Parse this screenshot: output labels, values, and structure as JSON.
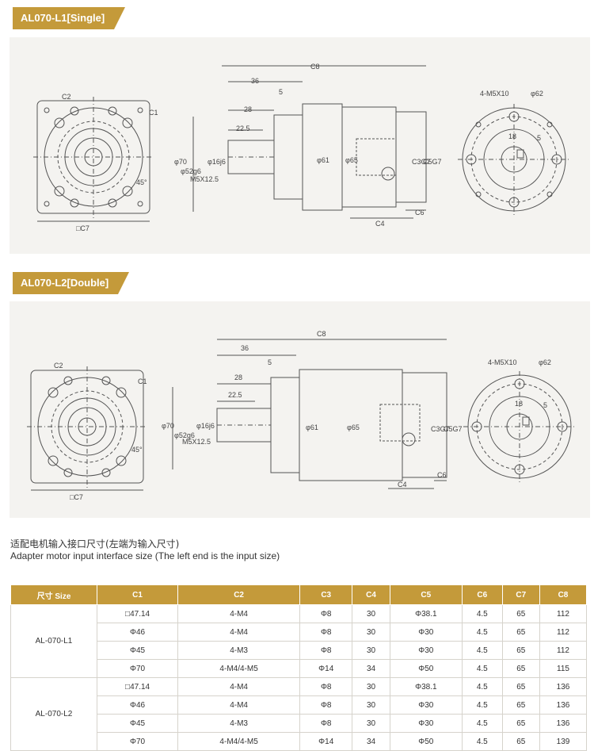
{
  "sections": [
    {
      "title": "AL070-L1[Single]"
    },
    {
      "title": "AL070-L2[Double]"
    }
  ],
  "drawing_labels": {
    "c1": "C1",
    "c2": "C2",
    "c3": "C3G7",
    "c4": "C4",
    "c5": "C5G7",
    "c6": "C6",
    "c7": "□C7",
    "c8": "C8",
    "angle": "45°",
    "d70": "φ70",
    "d52": "φ52g6",
    "d16": "φ16j6",
    "m5": "M5X12.5",
    "d61": "φ61",
    "d65": "φ65",
    "l36": "36",
    "l5": "5",
    "l28": "28",
    "l225": "22.5",
    "holes": "4-M5X10",
    "d62": "φ62",
    "k18": "18",
    "k5": "5"
  },
  "caption_cn": "适配电机输入接口尺寸(左端为输入尺寸)",
  "caption_en": "Adapter motor input interface size (The left end is the input size)",
  "table": {
    "headers": [
      "尺寸 Size",
      "C1",
      "C2",
      "C3",
      "C4",
      "C5",
      "C6",
      "C7",
      "C8"
    ],
    "groups": [
      {
        "model": "AL-070-L1",
        "rows": [
          [
            "□47.14",
            "4-M4",
            "Φ8",
            "30",
            "Φ38.1",
            "4.5",
            "65",
            "112"
          ],
          [
            "Φ46",
            "4-M4",
            "Φ8",
            "30",
            "Φ30",
            "4.5",
            "65",
            "112"
          ],
          [
            "Φ45",
            "4-M3",
            "Φ8",
            "30",
            "Φ30",
            "4.5",
            "65",
            "112"
          ],
          [
            "Φ70",
            "4-M4/4-M5",
            "Φ14",
            "34",
            "Φ50",
            "4.5",
            "65",
            "115"
          ]
        ]
      },
      {
        "model": "AL-070-L2",
        "rows": [
          [
            "□47.14",
            "4-M4",
            "Φ8",
            "30",
            "Φ38.1",
            "4.5",
            "65",
            "136"
          ],
          [
            "Φ46",
            "4-M4",
            "Φ8",
            "30",
            "Φ30",
            "4.5",
            "65",
            "136"
          ],
          [
            "Φ45",
            "4-M3",
            "Φ8",
            "30",
            "Φ30",
            "4.5",
            "65",
            "136"
          ],
          [
            "Φ70",
            "4-M4/4-M5",
            "Φ14",
            "34",
            "Φ50",
            "4.5",
            "65",
            "139"
          ]
        ]
      }
    ]
  }
}
